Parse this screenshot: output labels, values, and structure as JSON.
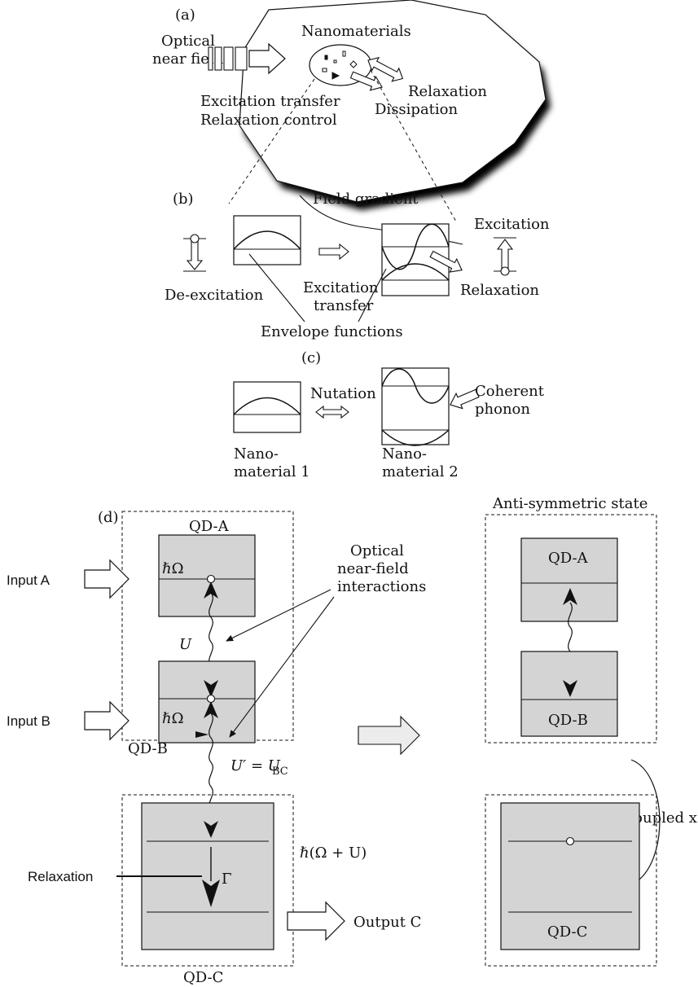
{
  "panel_a": {
    "tag": "(a)",
    "optical_line1": "Optical",
    "optical_line2": "near field",
    "nanomaterials": "Nanomaterials",
    "excitation_transfer": "Excitation transfer",
    "relaxation_control": "Relaxation control",
    "relaxation": "Relaxation",
    "dissipation": "Dissipation"
  },
  "panel_b": {
    "tag": "(b)",
    "field_gradient": "Field gradient",
    "excitation": "Excitation",
    "de_excitation": "De-excitation",
    "excitation_transfer_line1": "Excitation",
    "excitation_transfer_line2": "transfer",
    "relaxation": "Relaxation",
    "envelope_functions": "Envelope functions"
  },
  "panel_c": {
    "tag": "(c)",
    "nutation": "Nutation",
    "coherent_line1": "Coherent",
    "coherent_line2": "phonon",
    "nano1_line1": "Nano-",
    "nano1_line2": "material 1",
    "nano2_line1": "Nano-",
    "nano2_line2": "material 2"
  },
  "panel_d": {
    "tag": "(d)",
    "qd_a": "QD-A",
    "qd_b": "QD-B",
    "qd_c": "QD-C",
    "input_a": "Input A",
    "input_b": "Input B",
    "hbar_omega": "ℏΩ",
    "u": "U",
    "u_prime": "U′ = U",
    "u_prime_sub": "BC",
    "optical_line1": "Optical",
    "optical_line2": "near-field",
    "optical_line3": "interactions",
    "hbar_omega_u": "ℏ(Ω + U)",
    "gamma": "Γ",
    "relaxation": "Relaxation",
    "output_c": "Output C",
    "anti_symmetric": "Anti-symmetric state",
    "decoupled": "Decoupled x"
  }
}
